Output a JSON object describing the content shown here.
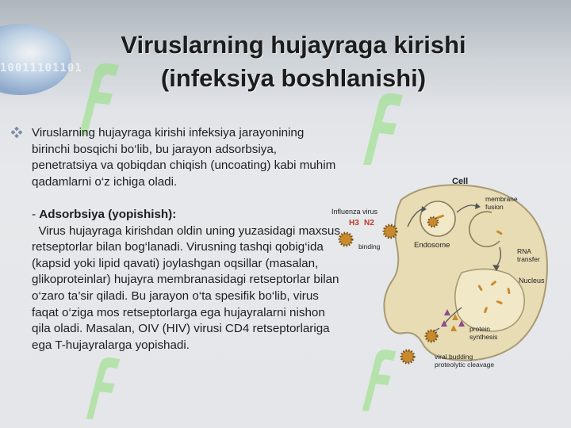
{
  "title": {
    "line1": "Viruslarning hujayraga kirishi",
    "line2": "(infeksiya boshlanishi)"
  },
  "background": {
    "binary_text": "10011101101",
    "watermark_mark": "ff"
  },
  "body": {
    "intro": "Viruslarning hujayraga kirishi infeksiya jarayonining birinchi bosqichi bo‘lib, bu jarayon adsorbsiya, penetratsiya va qobiqdan chiqish (uncoating) kabi muhim qadamlarni o‘z ichiga oladi.",
    "section_prefix": "- ",
    "section_heading": "Adsorbsiya (yopishish):",
    "section_text": "Virus hujayraga kirishdan oldin uning yuzasidagi maxsus retseptorlar bilan bog‘lanadi. Virusning tashqi qobig‘ida (kapsid yoki lipid qavati) joylashgan oqsillar (masalan, glikoproteinlar) hujayra membranasidagi retseptorlar bilan o‘zaro ta’sir qiladi. Bu jarayon o‘ta spesifik bo‘lib, virus faqat o‘ziga mos retseptorlarga ega hujayralarni nishon qila oladi. Masalan, OIV (HIV) virusi CD4 retseptorlariga ega T-hujayralarga yopishadi."
  },
  "diagram": {
    "cell": "Cell",
    "influenza_virus": "Influenza virus",
    "h3": "H3",
    "n2": "N2",
    "binding": "binding",
    "endosome": "Endosome",
    "membrane": "membrane",
    "fusion": "fusion",
    "rna": "RNA",
    "transfer": "transfer",
    "nucleus": "Nucleus",
    "protein": "protein",
    "synthesis": "synthesis",
    "viral_budding": "viral budding",
    "proteolytic_cleavage": "proteolytic cleavage"
  },
  "colors": {
    "title": "#1c1c1c",
    "text": "#1e1e1e",
    "cell_fill": "#e8dcb4",
    "cell_stroke": "#a89a74",
    "virus_fill": "#c98a2e",
    "label_h3n2": "#c0392b",
    "watermark": "#8fe07a"
  }
}
